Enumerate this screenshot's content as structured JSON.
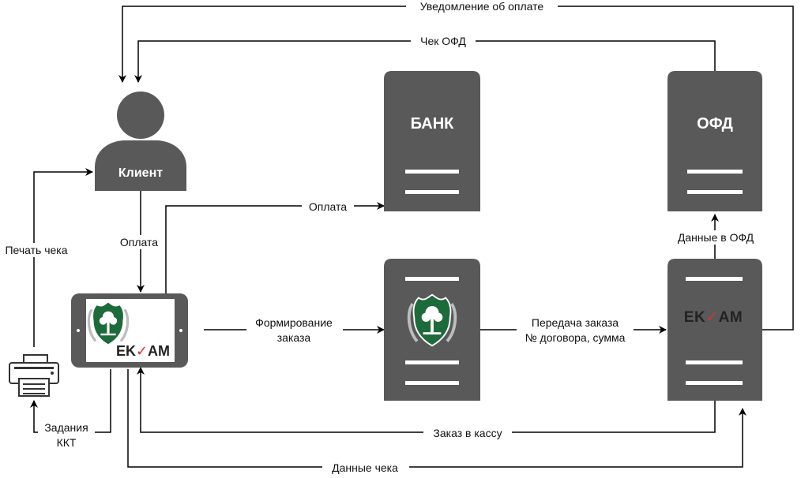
{
  "labels": {
    "payment_notice": "Уведомление об оплате",
    "ofd_receipt": "Чек ОФД",
    "client": "Клиент",
    "bank": "БАНК",
    "ofd": "ОФД",
    "payment_top": "Оплата",
    "payment_left": "Оплата",
    "print_receipt": "Печать чека",
    "data_to_ofd": "Данные в ОФД",
    "order_forming_1": "Формирование",
    "order_forming_2": "заказа",
    "order_transfer_1": "Передача заказа",
    "order_transfer_2": "№ договора, сумма",
    "kkt_tasks_1": "Задания",
    "kkt_tasks_2": "ККТ",
    "order_to_register": "Заказ в кассу",
    "receipt_data": "Данные чека"
  },
  "brand": {
    "name": "EKAM",
    "prefix": "E",
    "mid": "K",
    "check_mark": "✓",
    "suffix": "AM"
  },
  "colors": {
    "server_gray": "#595959",
    "line": "#000000",
    "brand_red": "#d0342c",
    "crest_green": "#1d6b3a"
  }
}
